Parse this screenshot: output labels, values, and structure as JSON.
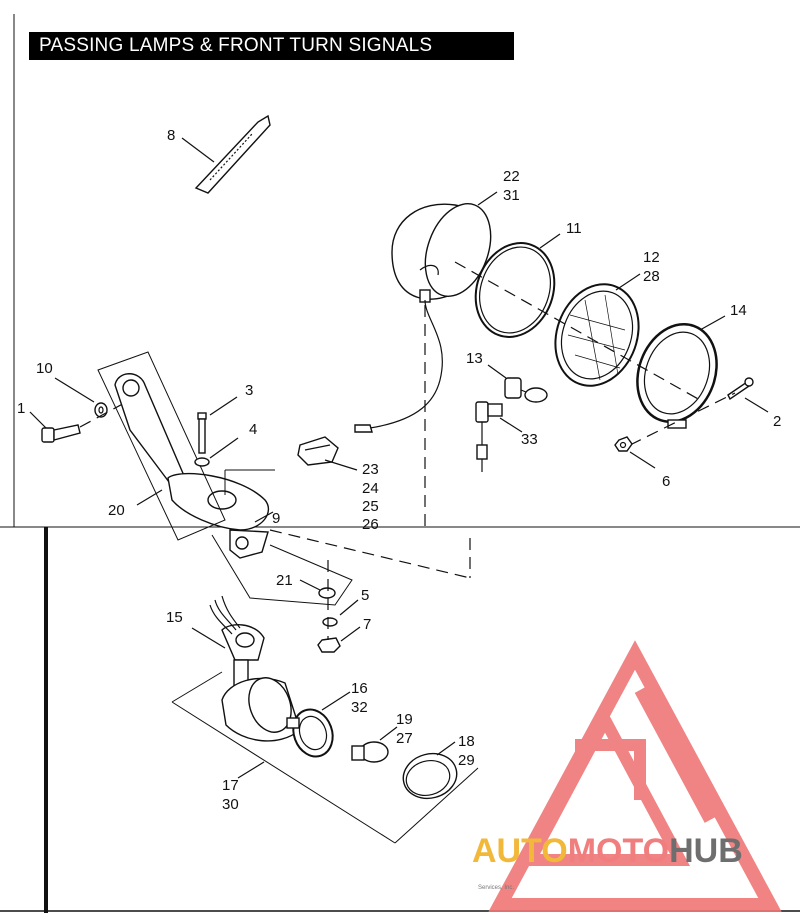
{
  "title": "PASSING LAMPS & FRONT TURN SIGNALS",
  "callouts": [
    {
      "id": "c1",
      "label": "1"
    },
    {
      "id": "c2",
      "label": "2"
    },
    {
      "id": "c3",
      "label": "3"
    },
    {
      "id": "c4",
      "label": "4"
    },
    {
      "id": "c5",
      "label": "5"
    },
    {
      "id": "c6",
      "label": "6"
    },
    {
      "id": "c7",
      "label": "7"
    },
    {
      "id": "c8",
      "label": "8"
    },
    {
      "id": "c9",
      "label": "9"
    },
    {
      "id": "c10",
      "label": "10"
    },
    {
      "id": "c11",
      "label": "11"
    },
    {
      "id": "c12",
      "label": "12"
    },
    {
      "id": "c28",
      "label": "28"
    },
    {
      "id": "c13",
      "label": "13"
    },
    {
      "id": "c14",
      "label": "14"
    },
    {
      "id": "c15",
      "label": "15"
    },
    {
      "id": "c16",
      "label": "16"
    },
    {
      "id": "c32",
      "label": "32"
    },
    {
      "id": "c17",
      "label": "17"
    },
    {
      "id": "c30",
      "label": "30"
    },
    {
      "id": "c18",
      "label": "18"
    },
    {
      "id": "c29",
      "label": "29"
    },
    {
      "id": "c19",
      "label": "19"
    },
    {
      "id": "c27",
      "label": "27"
    },
    {
      "id": "c20",
      "label": "20"
    },
    {
      "id": "c21",
      "label": "21"
    },
    {
      "id": "c22",
      "label": "22"
    },
    {
      "id": "c31",
      "label": "31"
    },
    {
      "id": "c23",
      "label": "23"
    },
    {
      "id": "c24",
      "label": "24"
    },
    {
      "id": "c25",
      "label": "25"
    },
    {
      "id": "c26",
      "label": "26"
    },
    {
      "id": "c33",
      "label": "33"
    }
  ],
  "watermark": {
    "word_auto": "AUTO",
    "word_moto": "MOTO",
    "word_hub": "HUB",
    "color_auto": "#f2b83a",
    "color_moto": "#f07e7e",
    "color_hub": "#6e6e6e",
    "color_logo": "#ef6f6f"
  },
  "copyright": "Services, Inc."
}
